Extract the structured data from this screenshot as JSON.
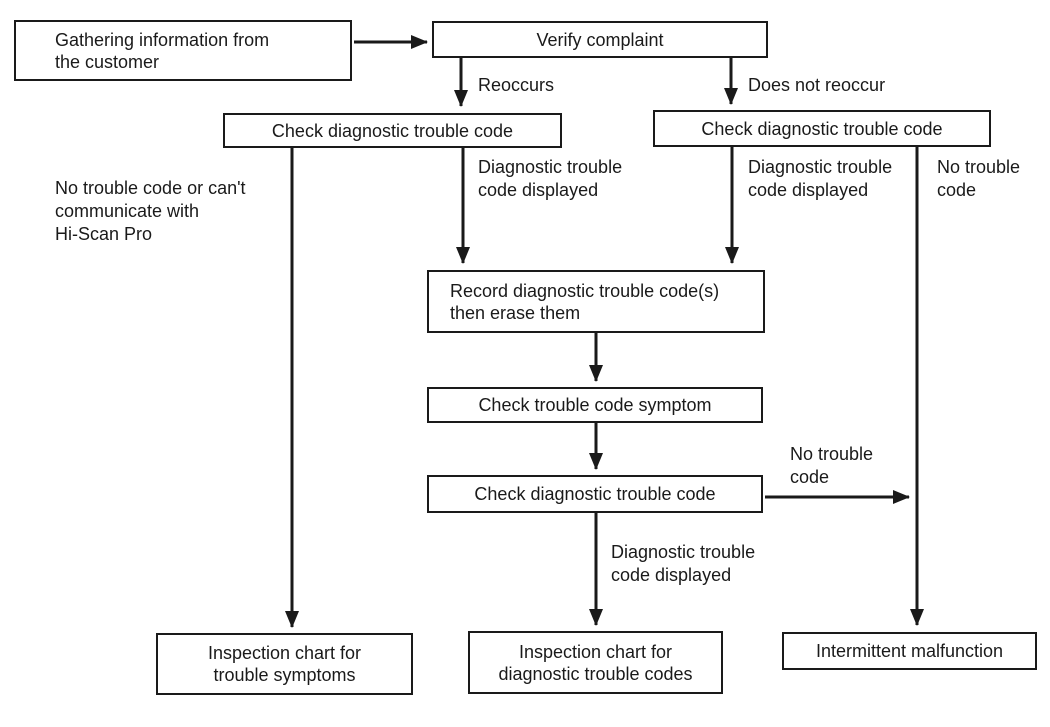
{
  "nodes": {
    "gathering": {
      "lines": [
        "Gathering information from",
        "the customer"
      ]
    },
    "verify": {
      "lines": [
        "Verify complaint"
      ]
    },
    "check_left": {
      "lines": [
        "Check diagnostic trouble code"
      ]
    },
    "check_right": {
      "lines": [
        "Check diagnostic trouble code"
      ]
    },
    "record": {
      "lines": [
        "Record diagnostic trouble code(s)",
        "then erase them"
      ]
    },
    "symptom": {
      "lines": [
        "Check trouble code symptom"
      ]
    },
    "check_mid": {
      "lines": [
        "Check diagnostic trouble code"
      ]
    },
    "inspection_symptoms": {
      "lines": [
        "Inspection chart for",
        "trouble symptoms"
      ]
    },
    "inspection_codes": {
      "lines": [
        "Inspection chart for",
        "diagnostic trouble codes"
      ]
    },
    "intermittent": {
      "lines": [
        "Intermittent malfunction"
      ]
    }
  },
  "edge_labels": {
    "reoccurs": {
      "lines": [
        "Reoccurs"
      ]
    },
    "does_not_reoccur": {
      "lines": [
        "Does not reoccur"
      ]
    },
    "no_code_hiscan": {
      "lines": [
        "No trouble code or can't",
        "communicate with",
        "Hi-Scan Pro"
      ]
    },
    "dtc_displayed_left": {
      "lines": [
        "Diagnostic trouble",
        "code displayed"
      ]
    },
    "dtc_displayed_right": {
      "lines": [
        "Diagnostic trouble",
        "code displayed"
      ]
    },
    "no_trouble_code_right": {
      "lines": [
        "No trouble",
        "code"
      ]
    },
    "no_trouble_code_mid": {
      "lines": [
        "No trouble",
        "code"
      ]
    },
    "dtc_displayed_bottom": {
      "lines": [
        "Diagnostic trouble",
        "code displayed"
      ]
    }
  },
  "colors": {
    "background": "#ffffff",
    "line": "#1a1a1a",
    "box_border": "#1a1a1a",
    "text": "#1a1a1a"
  }
}
